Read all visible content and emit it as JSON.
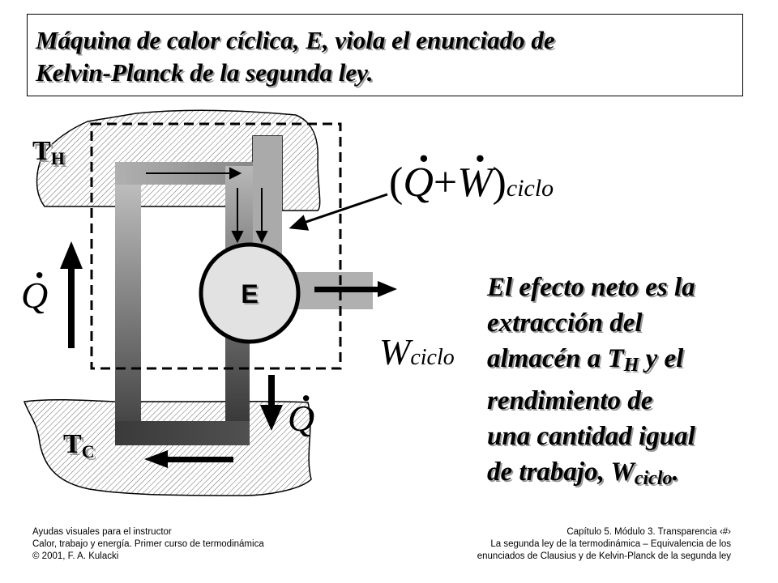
{
  "title": {
    "line1": "Máquina de calor cíclica, E, viola el enunciado de",
    "line2": "Kelvin-Planck de la segunda ley."
  },
  "reservoirs": {
    "hot": {
      "main": "T",
      "sub": "H"
    },
    "cold": {
      "main": "T",
      "sub": "C"
    }
  },
  "engine": {
    "label": "E"
  },
  "labels": {
    "q_dot": "Q",
    "w_cycle_main": "W",
    "w_cycle_sub": "ciclo",
    "sum_paren_open": "(",
    "sum_q": "Q",
    "sum_plus": "+",
    "sum_w": "W",
    "sum_paren_close": ")",
    "sum_sub": "ciclo"
  },
  "effect": {
    "line1": "El efecto neto es la",
    "line2": "extracción del",
    "line3_pre": "almacén a T",
    "line3_sub": "H",
    "line3_post": " y el",
    "line4": "rendimiento de",
    "line5": "una cantidad igual",
    "line6_pre": "de trabajo, W",
    "line6_sub": "ciclo",
    "line6_post": "."
  },
  "footer": {
    "left": [
      "Ayudas visuales para el instructor",
      "Calor, trabajo y energía. Primer curso de termodinámica",
      "© 2001, F. A. Kulacki"
    ],
    "right_line1": "Capítulo 5. Módulo 3. Transparencia",
    "right_line2": "La segunda ley de la termodinámica – Equivalencia de los",
    "right_line3": "enunciados de Clausius y de Kelvin-Planck de la segunda ley"
  }
}
